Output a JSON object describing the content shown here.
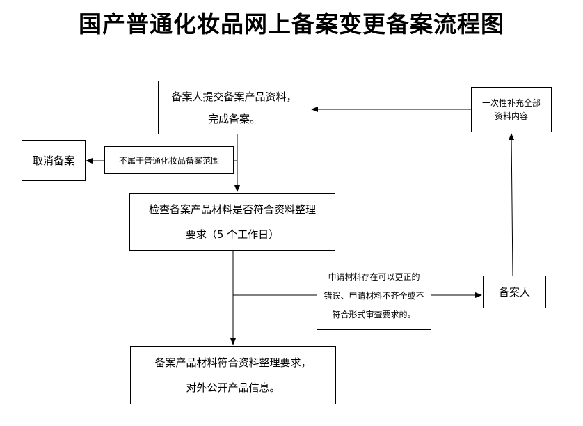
{
  "title": "国产普通化妆品网上备案变更备案流程图",
  "nodes": {
    "submit": {
      "line1": "备案人提交备案产品资料，",
      "line2": "完成备案。"
    },
    "cancel": {
      "label": "取消备案"
    },
    "not_in_scope": {
      "label": "不属于普通化妆品备案范围"
    },
    "check": {
      "line1": "检查备案产品材料是否符合资料整理",
      "line2": "要求（5 个工作日）"
    },
    "error": {
      "line1": "申请材料存在可以更正的",
      "line2": "错误、申请材料不齐全或不",
      "line3": "符合形式审查要求的。"
    },
    "filer": {
      "label": "备案人"
    },
    "supplement": {
      "line1": "一次性补充全部",
      "line2": "资料内容"
    },
    "pass": {
      "line1": "备案产品材料符合资料整理要求，",
      "line2": "对外公开产品信息。"
    }
  },
  "colors": {
    "line": "#000000",
    "background": "#ffffff"
  }
}
